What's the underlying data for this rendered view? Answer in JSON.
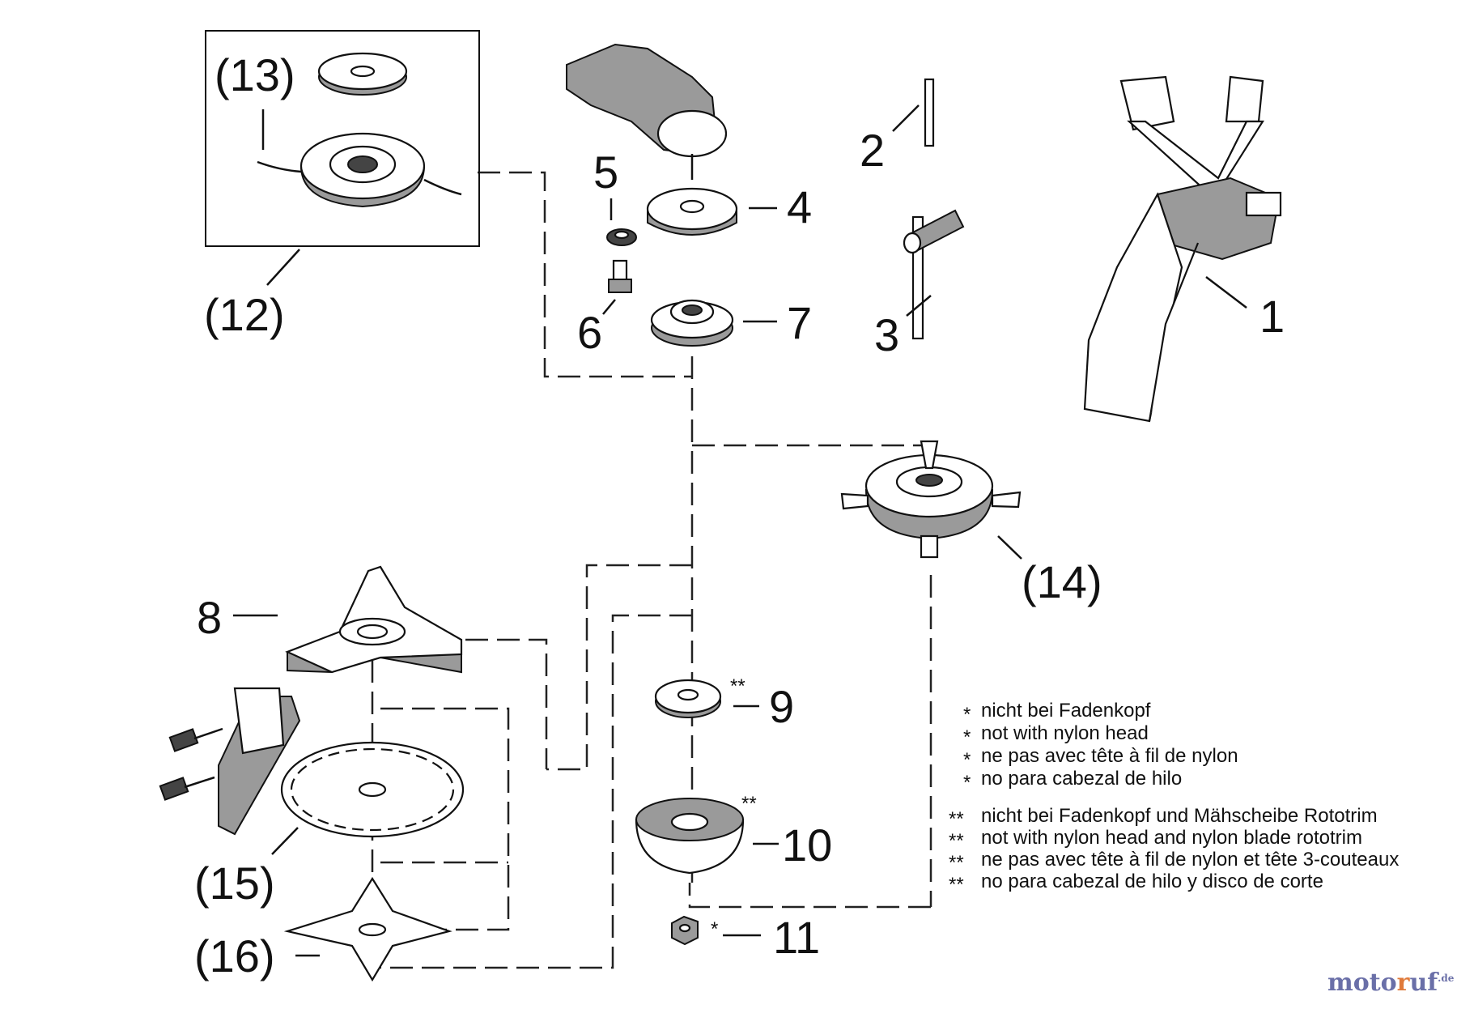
{
  "part_labels": {
    "p1": "1",
    "p2": "2",
    "p3": "3",
    "p4": "4",
    "p5": "5",
    "p6": "6",
    "p7": "7",
    "p8": "8",
    "p9": "9",
    "p10": "10",
    "p11": "11",
    "p12": "(12)",
    "p13": "(13)",
    "p14": "(14)",
    "p15": "(15)",
    "p16": "(16)"
  },
  "markers": {
    "single": "*",
    "double": "**"
  },
  "notes": {
    "single": [
      "nicht bei Fadenkopf",
      "not with nylon head",
      "ne pas avec tête à fil de nylon",
      "no para cabezal de hilo"
    ],
    "double": [
      "nicht bei Fadenkopf und Mähscheibe Rototrim",
      "not with nylon head and nylon blade rototrim",
      "ne pas avec tête à fil de nylon et tête 3-couteaux",
      "no para cabezal de hilo y disco de corte"
    ]
  },
  "watermark": {
    "brand_a": "moto",
    "brand_f": "r",
    "brand_b": "uf",
    "tld": ".de"
  }
}
